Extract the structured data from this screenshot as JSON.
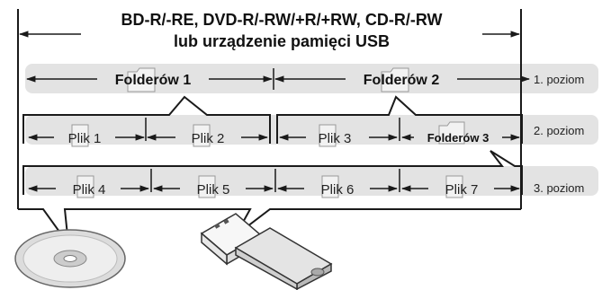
{
  "title": {
    "line1": "BD-R/-RE, DVD-R/-RW/+R/+RW, CD-R/-RW",
    "line2": "lub urządzenie pamięci USB"
  },
  "levels": [
    "1. poziom",
    "2. poziom",
    "3. poziom"
  ],
  "level1": {
    "folder_a": "Folderów 1",
    "folder_b": "Folderów 2"
  },
  "level2": {
    "file_1": "Plik 1",
    "file_2": "Plik 2",
    "file_3": "Plik 3",
    "folder_3": "Folderów 3"
  },
  "level3": {
    "file_4": "Plik 4",
    "file_5": "Plik 5",
    "file_6": "Plik 6",
    "file_7": "Plik 7"
  },
  "icons": [
    "folder-icon",
    "file-icon",
    "disc-icon",
    "usb-stick-icon"
  ],
  "colors": {
    "band": "#e3e3e3",
    "line": "#1a1a1a",
    "icon_fill": "#f2f2f2"
  }
}
